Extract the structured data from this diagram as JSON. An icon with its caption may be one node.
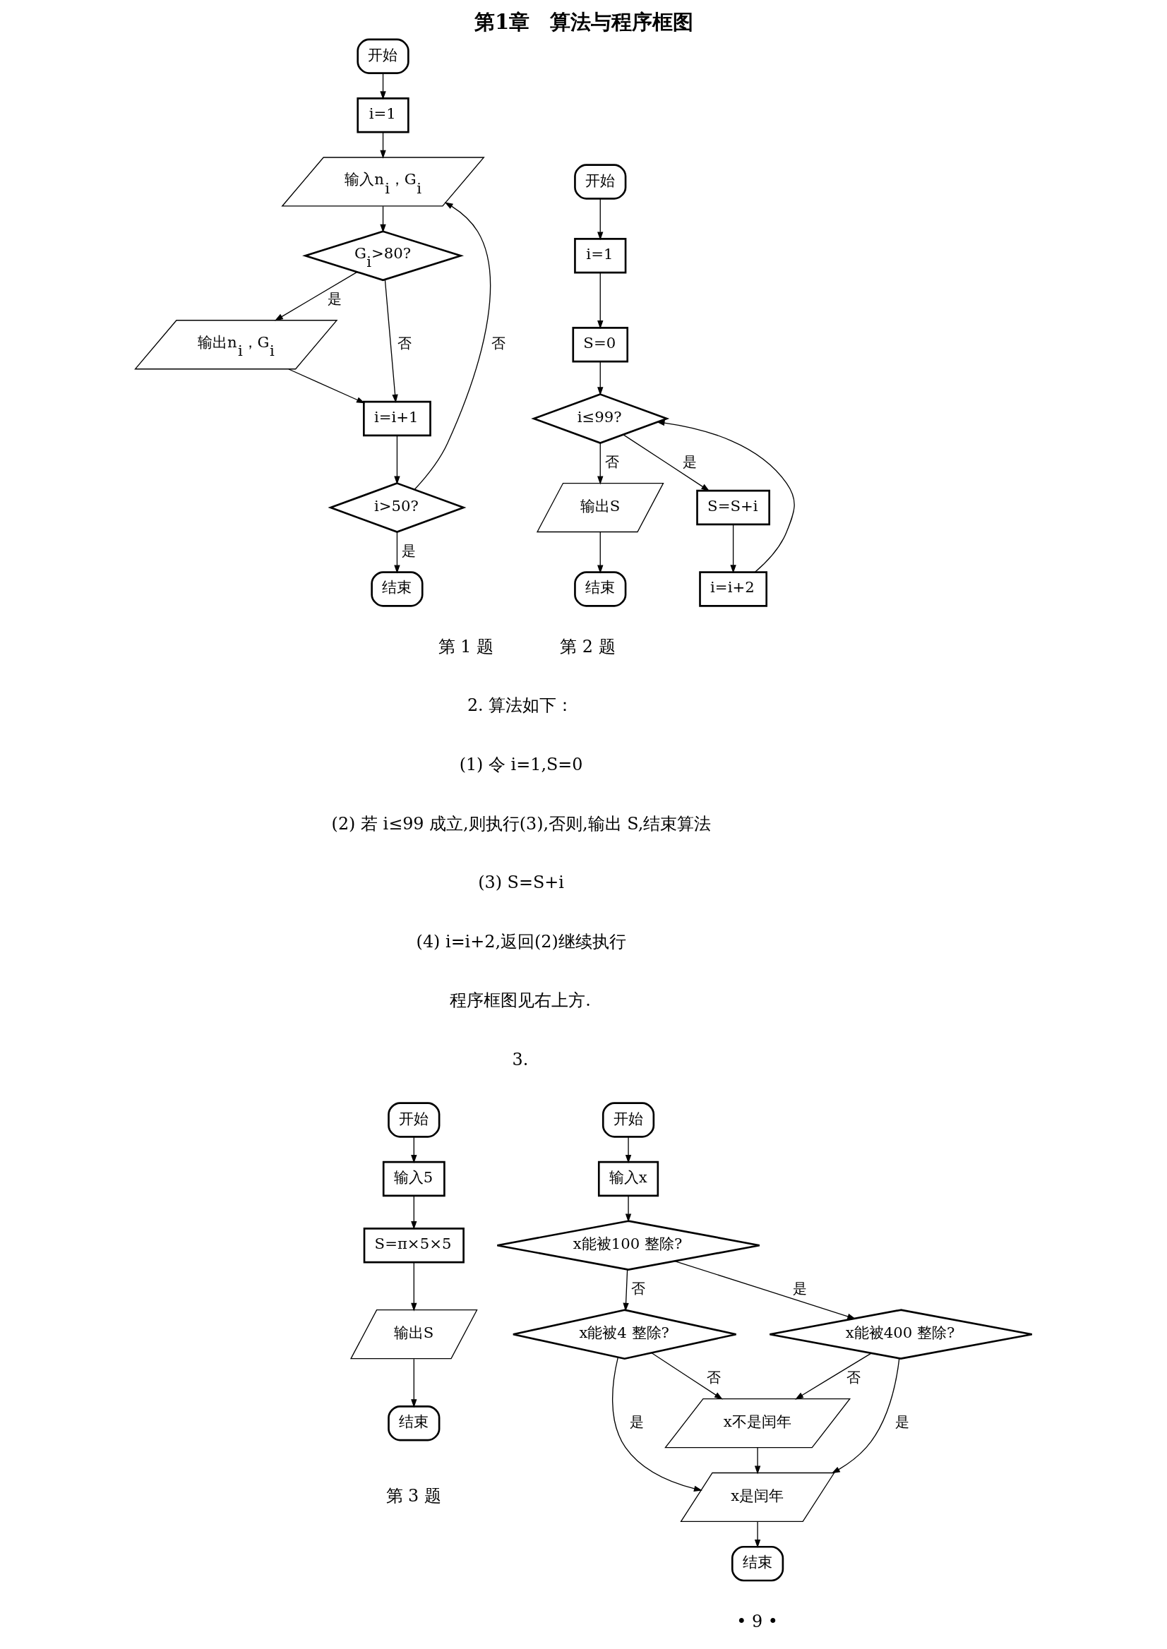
{
  "diagram": {
    "title": "第1章　算法与程序框图",
    "nodes": [
      {
        "text": [
          "开始"
        ]
      },
      {
        "text": [
          "i=1"
        ]
      },
      {
        "text": [
          "输入n$_{i}$，G$_{i}$"
        ]
      },
      {
        "text": [
          "G$_{i}$>80?"
        ]
      },
      {
        "text": [
          "输出n$_{i}$，G$_{i}$"
        ]
      },
      {
        "text": [
          "i=i+1"
        ]
      },
      {
        "text": [
          "i>50?"
        ]
      },
      {
        "text": [
          "结束"
        ]
      },
      {
        "text": [
          "开始"
        ]
      },
      {
        "text": [
          "i=1"
        ]
      },
      {
        "text": [
          "S=0"
        ]
      },
      {
        "text": [
          "i≤99?"
        ]
      },
      {
        "text": [
          "S=S+i"
        ]
      },
      {
        "text": [
          "i=i+2"
        ]
      },
      {
        "text": [
          "输出S"
        ]
      },
      {
        "text": [
          "结束"
        ]
      },
      {
        "text": [
          "开始"
        ]
      },
      {
        "text": [
          "输入5"
        ]
      },
      {
        "text": [
          "S=π×5×5"
        ]
      },
      {
        "text": [
          "输出S"
        ]
      },
      {
        "text": [
          "结束"
        ]
      },
      {
        "text": [
          "开始"
        ]
      },
      {
        "text": [
          "输入x"
        ]
      },
      {
        "text": [
          "x能被100 整除?"
        ]
      },
      {
        "text": [
          "x能被400 整除?"
        ]
      },
      {
        "text": [
          "x能被4 整除?"
        ]
      },
      {
        "text": [
          "x不是闰年"
        ]
      },
      {
        "text": [
          "x是闰年"
        ]
      },
      {
        "text": [
          "结束"
        ]
      }
    ],
    "edges": [
      {
        "from": 0,
        "to": 1,
        "arrow": "to"
      },
      {
        "from": 1,
        "to": 2,
        "arrow": "to"
      },
      {
        "from": 2,
        "to": 3,
        "arrow": "to"
      },
      {
        "from": 3,
        "to": 4,
        "arrow": "to",
        "label": "是"
      },
      {
        "from": 3,
        "to": 5,
        "arrow": "to",
        "label": "否"
      },
      {
        "from": 4,
        "to": 5,
        "arrow": "to"
      },
      {
        "from": 5,
        "to": 6,
        "arrow": "to"
      },
      {
        "from": 6,
        "to": 7,
        "arrow": "to",
        "label": "是"
      },
      {
        "from": 6,
        "to": 2,
        "arrow": "to",
        "label": "否"
      },
      {
        "from": 8,
        "to": 9,
        "arrow": "to"
      },
      {
        "from": 9,
        "to": 10,
        "arrow": "to"
      },
      {
        "from": 10,
        "to": 11,
        "arrow": "to"
      },
      {
        "from": 11,
        "to": 12,
        "arrow": "to",
        "label": "是"
      },
      {
        "from": 12,
        "to": 13,
        "arrow": "to"
      },
      {
        "from": 13,
        "to": 11,
        "arrow": "to"
      },
      {
        "from": 11,
        "to": 14,
        "arrow": "to",
        "label": "否"
      },
      {
        "from": 14,
        "to": 15,
        "arrow": "to"
      },
      {
        "from": 16,
        "to": 17,
        "arrow": "to"
      },
      {
        "from": 17,
        "to": 18,
        "arrow": "to"
      },
      {
        "from": 18,
        "to": 19,
        "arrow": "to"
      },
      {
        "from": 19,
        "to": 20,
        "arrow": "to"
      },
      {
        "from": 21,
        "to": 22,
        "arrow": "to"
      },
      {
        "from": 22,
        "to": 23,
        "arrow": "to"
      },
      {
        "from": 23,
        "to": 24,
        "arrow": "to",
        "label": "是"
      },
      {
        "from": 23,
        "to": 25,
        "arrow": "to",
        "label": "否"
      },
      {
        "from": 24,
        "to": 27,
        "arrow": "to",
        "label": "是"
      },
      {
        "from": 24,
        "to": 26,
        "arrow": "to",
        "label": "否"
      },
      {
        "from": 25,
        "to": 26,
        "arrow": "to",
        "label": "否"
      },
      {
        "from": 25,
        "to": 27,
        "arrow": "to",
        "label": "是"
      },
      {
        "from": 26,
        "to": 27,
        "arrow": "to"
      },
      {
        "from": 27,
        "to": 28,
        "arrow": "to"
      }
    ],
    "labels": [
      "第 1 题",
      "第 2 题",
      "2. 算法如下：",
      "(1) 令 i=1,S=0",
      "(2) 若 i≤99 成立,则执行(3),否则,输出 S,结束算法",
      "(3) S=S+i",
      "(4) i=i+2,返回(2)继续执行",
      "程序框图见右上方.",
      "3.",
      "第 3 题",
      "• 9 •"
    ]
  }
}
